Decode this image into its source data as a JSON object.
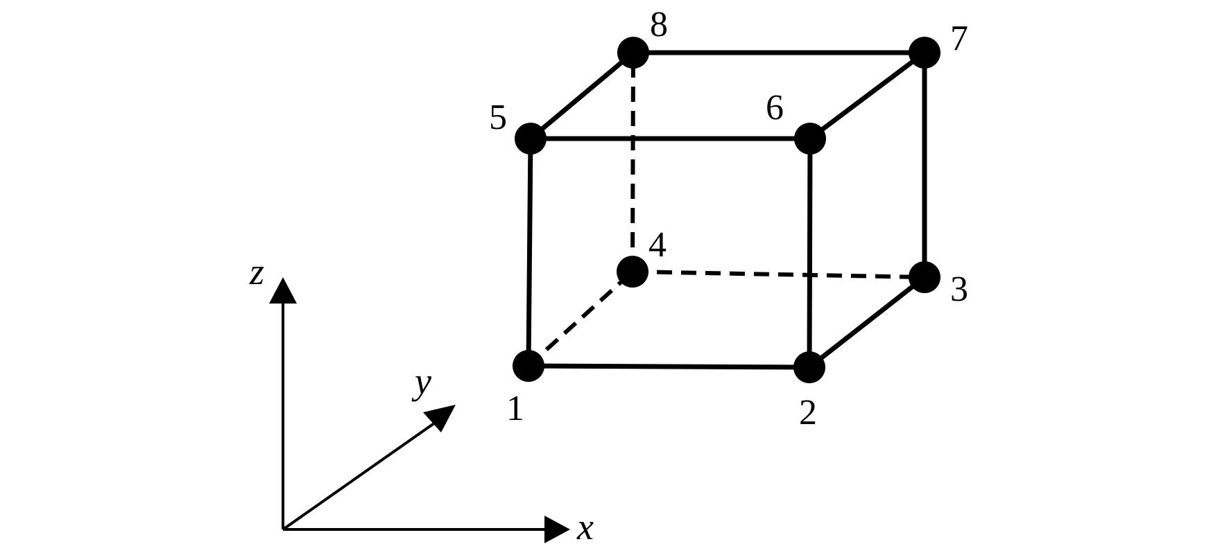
{
  "diagram": {
    "colors": {
      "line": "#000000",
      "background": "#ffffff"
    },
    "nodes": [
      {
        "id": "1",
        "label": "1"
      },
      {
        "id": "2",
        "label": "2"
      },
      {
        "id": "3",
        "label": "3"
      },
      {
        "id": "4",
        "label": "4"
      },
      {
        "id": "5",
        "label": "5"
      },
      {
        "id": "6",
        "label": "6"
      },
      {
        "id": "7",
        "label": "7"
      },
      {
        "id": "8",
        "label": "8"
      }
    ],
    "edges": [
      {
        "from": "1",
        "to": "2",
        "style": "solid"
      },
      {
        "from": "2",
        "to": "3",
        "style": "solid"
      },
      {
        "from": "3",
        "to": "7",
        "style": "solid"
      },
      {
        "from": "7",
        "to": "8",
        "style": "solid"
      },
      {
        "from": "8",
        "to": "5",
        "style": "solid"
      },
      {
        "from": "5",
        "to": "1",
        "style": "solid"
      },
      {
        "from": "5",
        "to": "6",
        "style": "solid"
      },
      {
        "from": "6",
        "to": "2",
        "style": "solid"
      },
      {
        "from": "6",
        "to": "7",
        "style": "solid"
      },
      {
        "from": "1",
        "to": "4",
        "style": "dashed"
      },
      {
        "from": "4",
        "to": "3",
        "style": "dashed"
      },
      {
        "from": "4",
        "to": "8",
        "style": "dashed"
      }
    ],
    "axes": [
      {
        "id": "x",
        "label": "x"
      },
      {
        "id": "y",
        "label": "y"
      },
      {
        "id": "z",
        "label": "z"
      }
    ]
  }
}
